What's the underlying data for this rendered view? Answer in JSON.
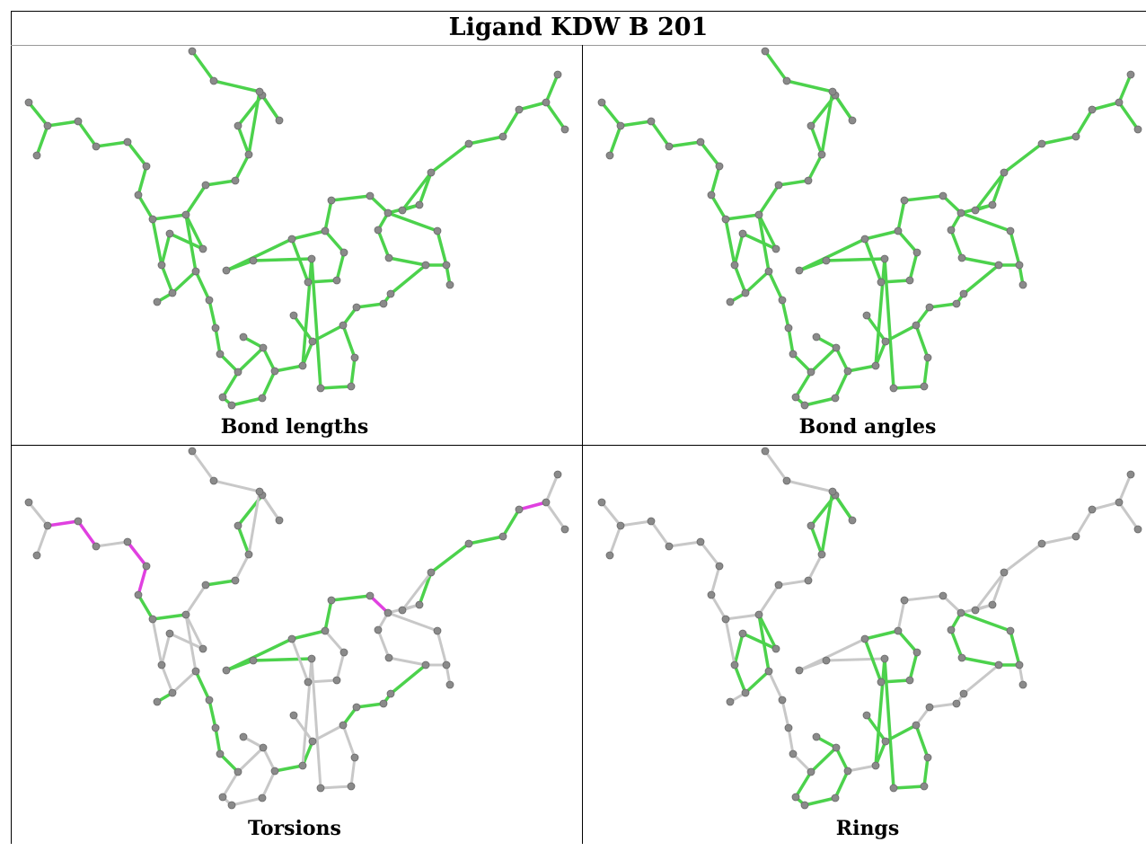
{
  "title": "Ligand KDW B 201",
  "colors": {
    "ok": "#4cd24c",
    "outlier": "#e040e0",
    "neutral": "#c8c8c8",
    "atom": "#8a8a8a"
  },
  "panels": [
    {
      "caption": "Bond lengths",
      "mode": "lengths"
    },
    {
      "caption": "Bond angles",
      "mode": "angles"
    },
    {
      "caption": "Torsions",
      "mode": "torsions"
    },
    {
      "caption": "Rings",
      "mode": "rings"
    }
  ]
}
